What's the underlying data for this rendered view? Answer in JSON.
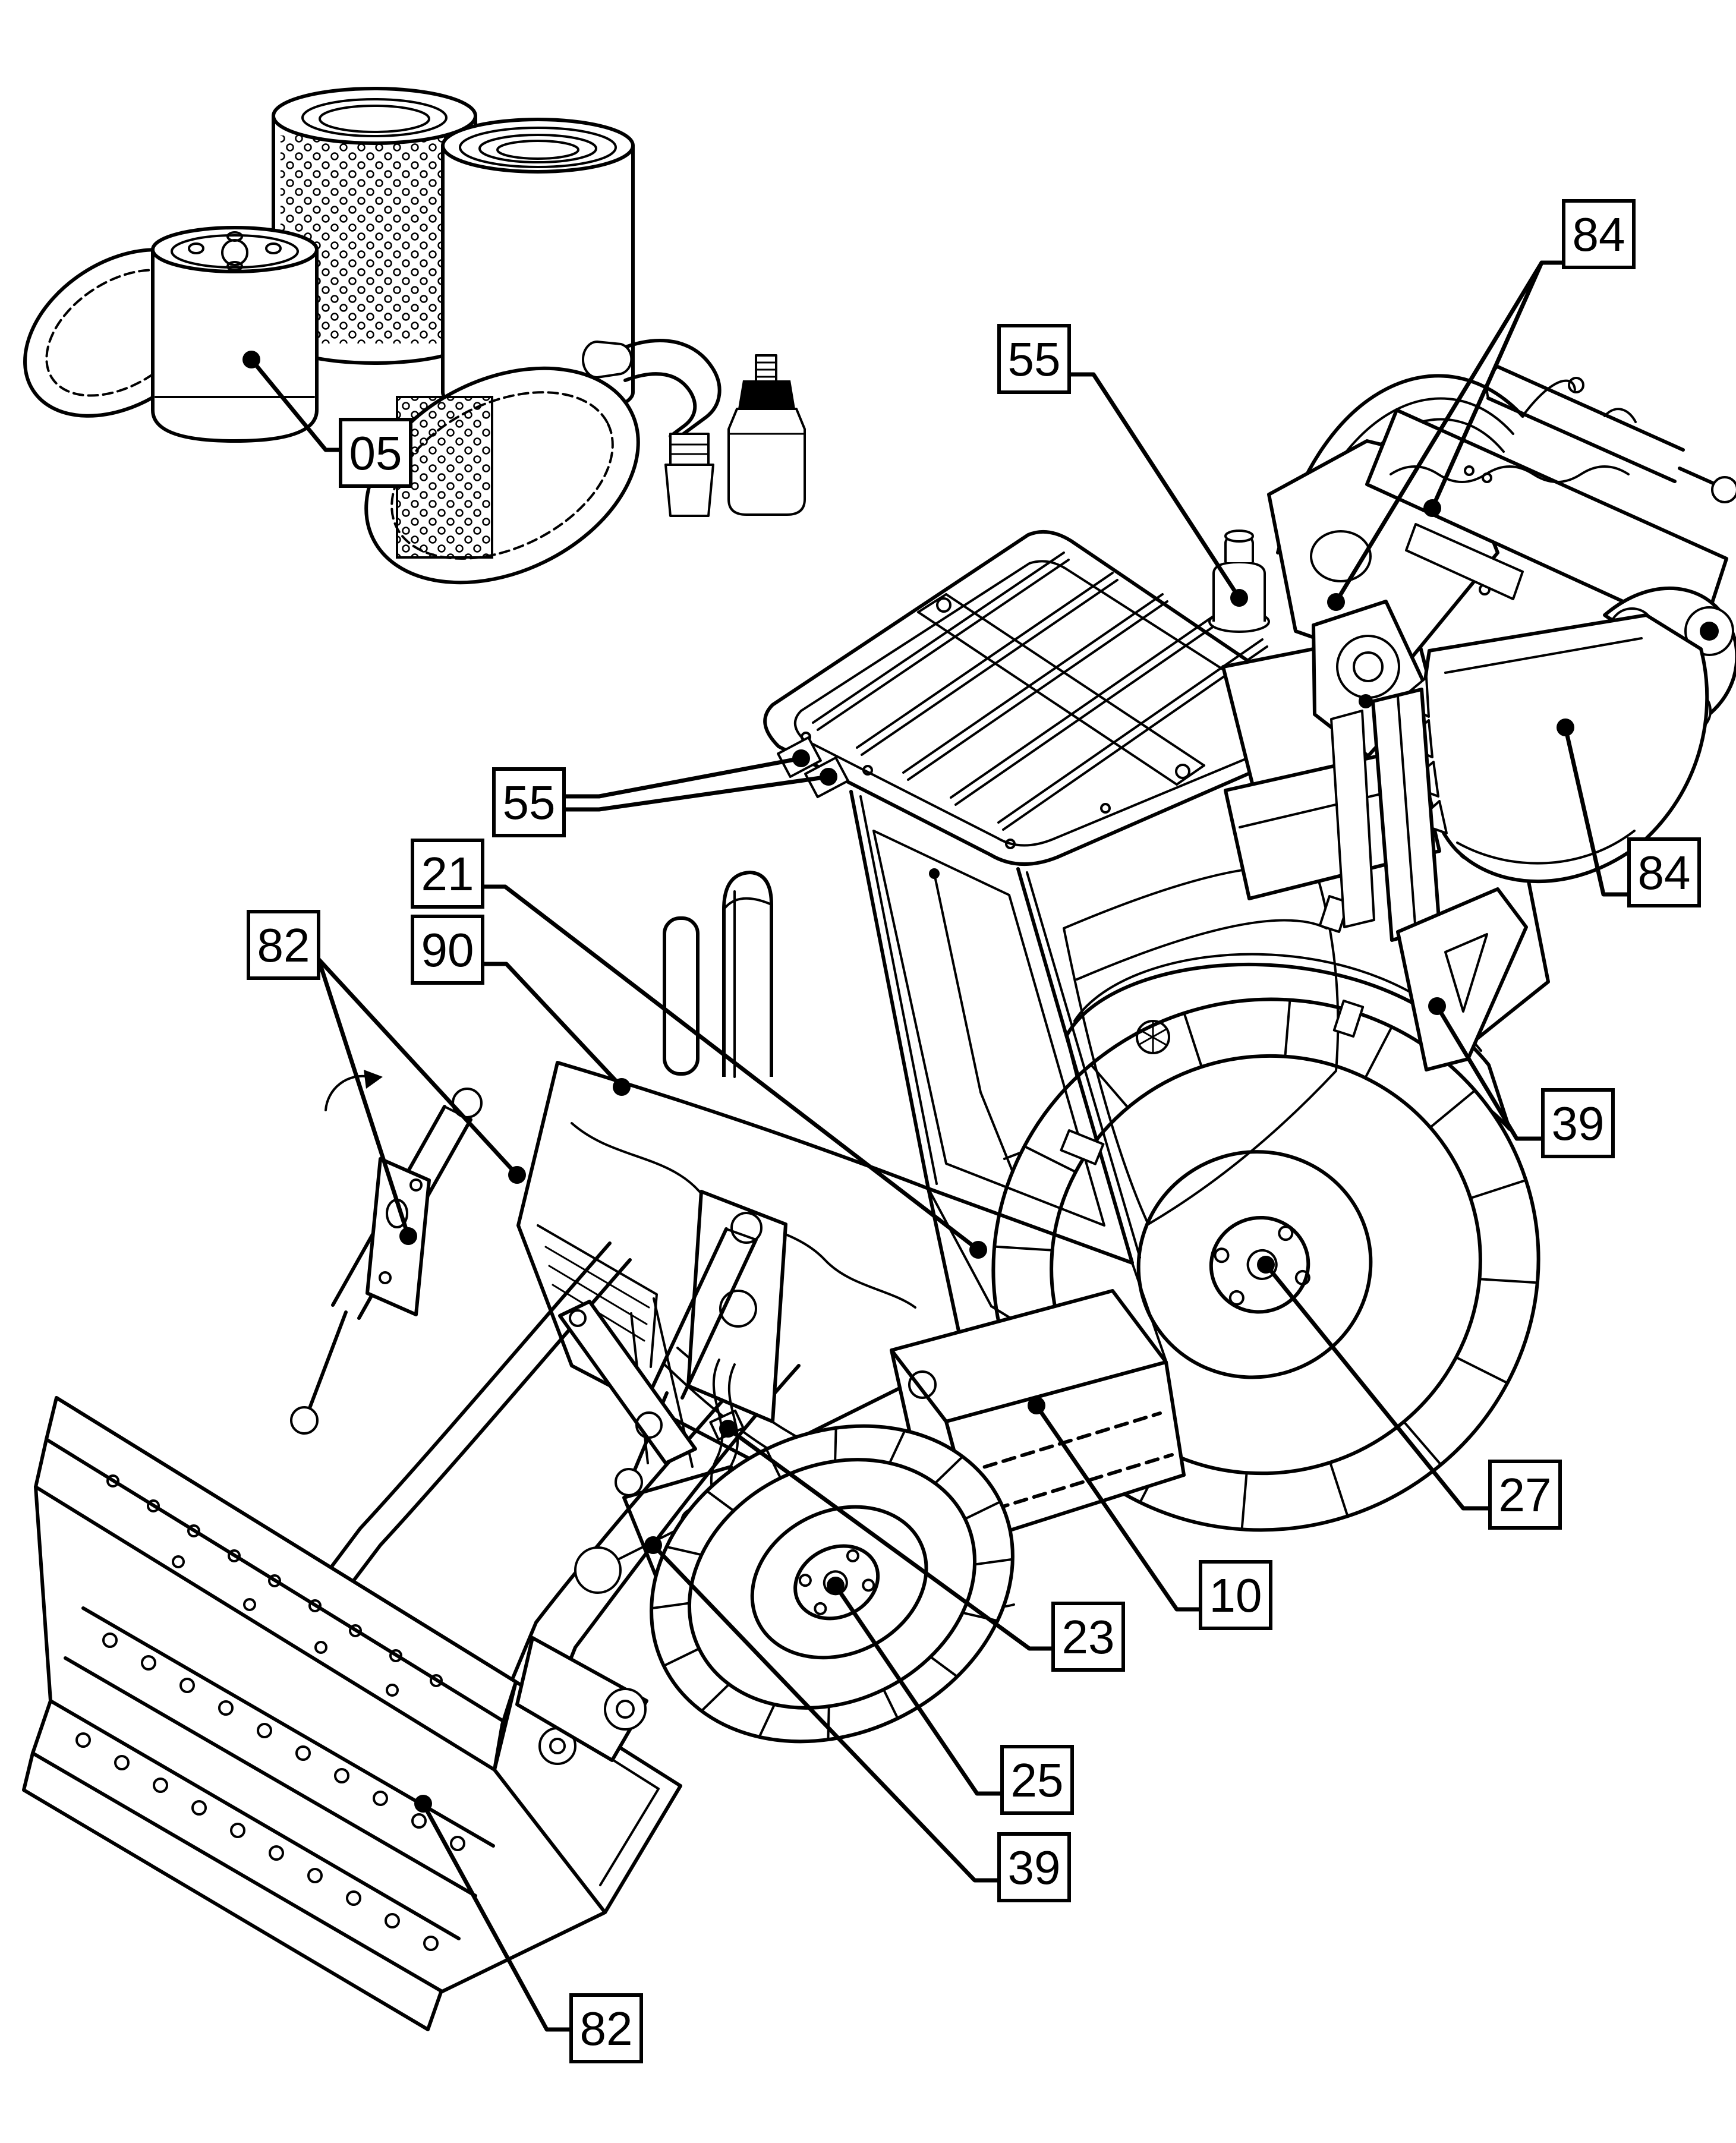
{
  "diagram": {
    "background": "#ffffff",
    "line_color": "#000000",
    "callouts": [
      {
        "id": "c05",
        "label": "05"
      },
      {
        "id": "c55-top",
        "label": "55"
      },
      {
        "id": "c84-top",
        "label": "84"
      },
      {
        "id": "c55-left",
        "label": "55"
      },
      {
        "id": "c21",
        "label": "21"
      },
      {
        "id": "c82-left",
        "label": "82"
      },
      {
        "id": "c90",
        "label": "90"
      },
      {
        "id": "c84-right",
        "label": "84"
      },
      {
        "id": "c39-right",
        "label": "39"
      },
      {
        "id": "c27",
        "label": "27"
      },
      {
        "id": "c10",
        "label": "10"
      },
      {
        "id": "c23",
        "label": "23"
      },
      {
        "id": "c25",
        "label": "25"
      },
      {
        "id": "c39-bottom",
        "label": "39"
      },
      {
        "id": "c82-bottom",
        "label": "82"
      }
    ]
  }
}
